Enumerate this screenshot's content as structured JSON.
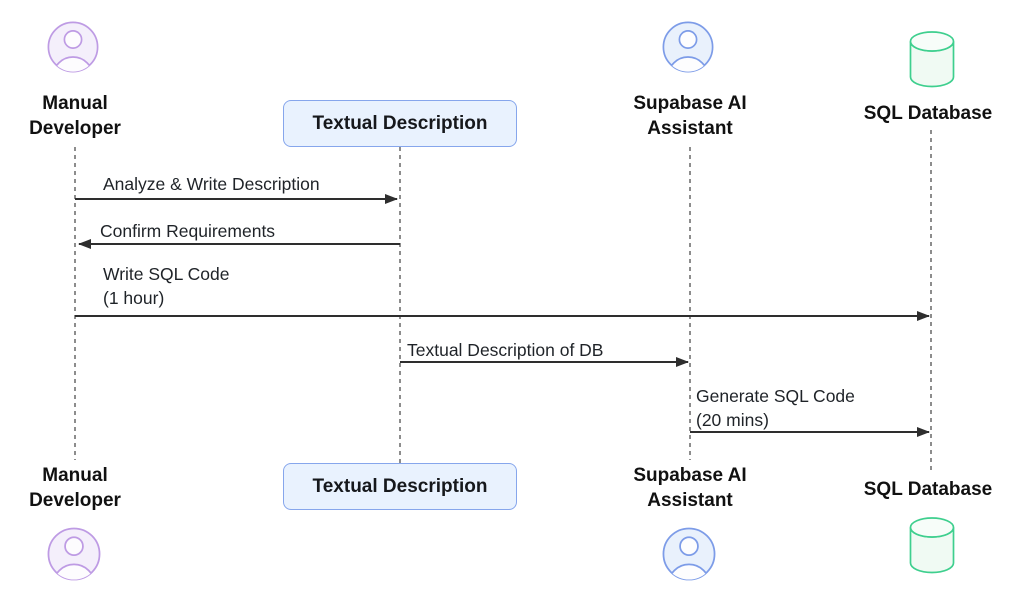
{
  "diagram": {
    "type": "sequence-diagram",
    "actors": {
      "manual_developer": {
        "label": "Manual\nDeveloper",
        "icon": "person-icon",
        "stroke_color": "#BE9BE4",
        "fill_color": "#F4EFFB"
      },
      "textual_description": {
        "label": "Textual Description",
        "shape": "rounded-box",
        "border_color": "#86A6EC",
        "fill_color": "#E9F2FE"
      },
      "supabase_ai": {
        "label": "Supabase AI\nAssistant",
        "icon": "person-icon",
        "stroke_color": "#7D9CE8",
        "fill_color": "#E9F1FC"
      },
      "sql_database": {
        "label": "SQL Database",
        "icon": "database-icon",
        "stroke_color": "#3ECF8E",
        "fill_color": "#F0FAF3"
      }
    },
    "messages": [
      {
        "label": "Analyze & Write Description",
        "from": "manual_developer",
        "to": "textual_description",
        "direction": "right"
      },
      {
        "label": "Confirm Requirements",
        "from": "textual_description",
        "to": "manual_developer",
        "direction": "left"
      },
      {
        "label": "Write SQL Code\n(1 hour)",
        "from": "manual_developer",
        "to": "sql_database",
        "direction": "right"
      },
      {
        "label": "Textual Description of DB",
        "from": "textual_description",
        "to": "supabase_ai",
        "direction": "right"
      },
      {
        "label": "Generate SQL Code\n(20 mins)",
        "from": "supabase_ai",
        "to": "sql_database",
        "direction": "right"
      }
    ],
    "style": {
      "lifeline_color": "#8d8d8d",
      "arrow_color": "#2e2e2e",
      "text_color": "#1f2328"
    }
  }
}
